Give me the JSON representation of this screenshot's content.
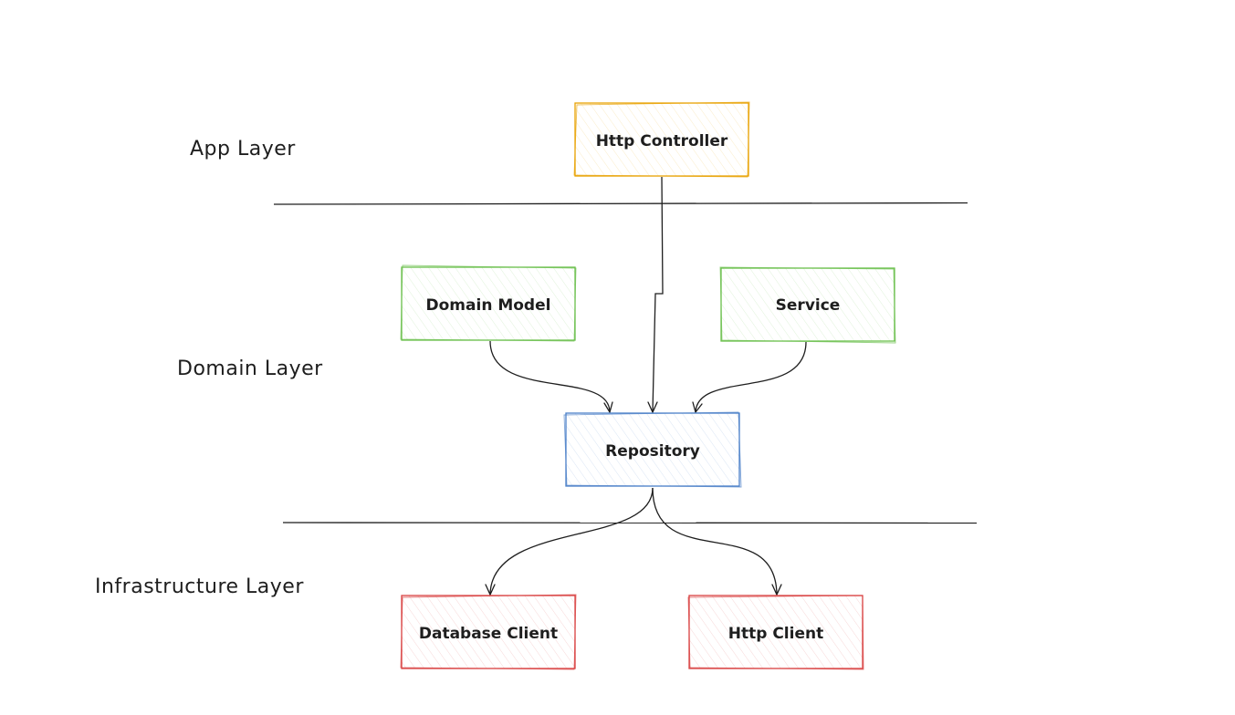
{
  "layers": {
    "app": "App Layer",
    "domain": "Domain Layer",
    "infrastructure": "Infrastructure Layer"
  },
  "nodes": {
    "http_controller": "Http Controller",
    "domain_model": "Domain Model",
    "service": "Service",
    "repository": "Repository",
    "database_client": "Database Client",
    "http_client": "Http Client"
  },
  "colors": {
    "app": "#e8a100",
    "domain": "#6abf4b",
    "repository": "#4a7fc8",
    "infrastructure": "#d94040",
    "ink": "#1e1e1e"
  }
}
